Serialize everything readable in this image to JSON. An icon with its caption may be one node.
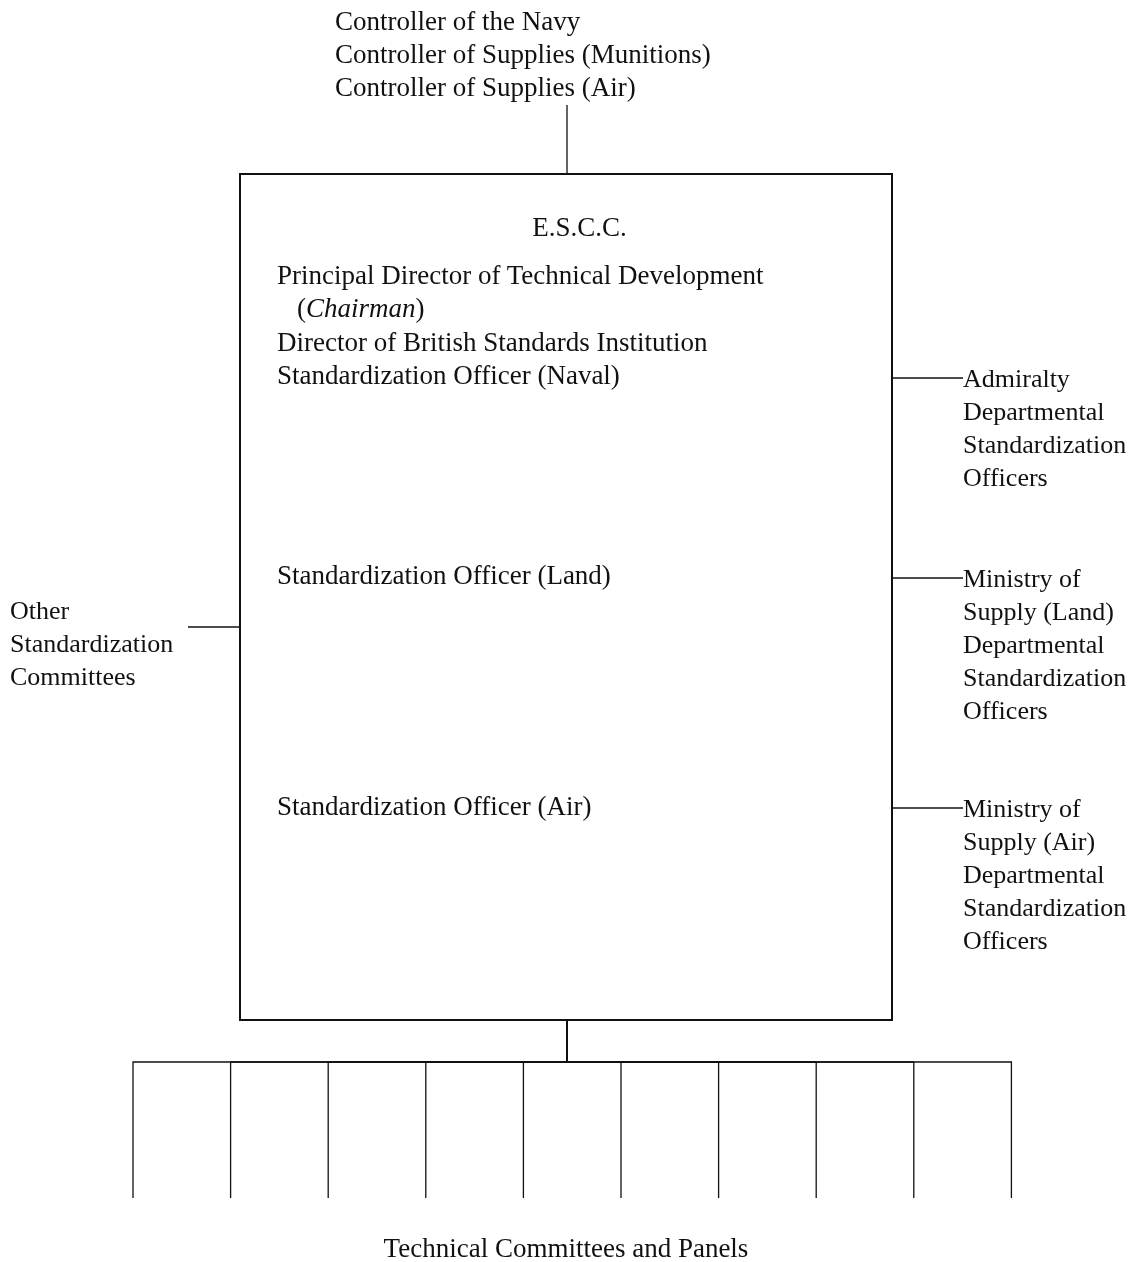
{
  "diagram": {
    "nodes": [
      {
        "text": [
          "Controller of the Navy",
          "Controller of Supplies (Munitions)",
          "Controller of Supplies (Air)"
        ]
      },
      {
        "text": [
          "E.S.C.C.",
          "Principal Director of Technical Development (*Chairman*)",
          "Director of British Standards Institution",
          "Standardization Officer (Naval)",
          "Standardization Officer (Land)",
          "Standardization Officer (Air)"
        ]
      },
      {
        "text": [
          "Other Standardization Committees"
        ]
      },
      {
        "text": [
          "Admiralty Departmental Standardization Officers"
        ]
      },
      {
        "text": [
          "Ministry of Supply (Land) Departmental Standardization Officers"
        ]
      },
      {
        "text": [
          "Ministry of Supply (Air) Departmental Standardization Officers"
        ]
      }
    ],
    "edges": [
      {
        "from": 0,
        "to": 1,
        "arrow": "none"
      },
      {
        "from": 2,
        "to": 1,
        "arrow": "none"
      },
      {
        "from": 1,
        "to": 3,
        "arrow": "none"
      },
      {
        "from": 1,
        "to": 4,
        "arrow": "none"
      },
      {
        "from": 1,
        "to": 5,
        "arrow": "none"
      },
      {
        "from": 1,
        "to": null,
        "arrow": "none"
      },
      {
        "from": 1,
        "to": null,
        "arrow": "none"
      },
      {
        "from": 1,
        "to": null,
        "arrow": "none"
      },
      {
        "from": 1,
        "to": null,
        "arrow": "none"
      },
      {
        "from": 1,
        "to": null,
        "arrow": "none"
      },
      {
        "from": 1,
        "to": null,
        "arrow": "none"
      },
      {
        "from": 1,
        "to": null,
        "arrow": "none"
      },
      {
        "from": 1,
        "to": null,
        "arrow": "none"
      },
      {
        "from": 1,
        "to": null,
        "arrow": "none"
      },
      {
        "from": 1,
        "to": null,
        "arrow": "none"
      }
    ],
    "labels": [
      "Technical Committees and Panels"
    ]
  }
}
